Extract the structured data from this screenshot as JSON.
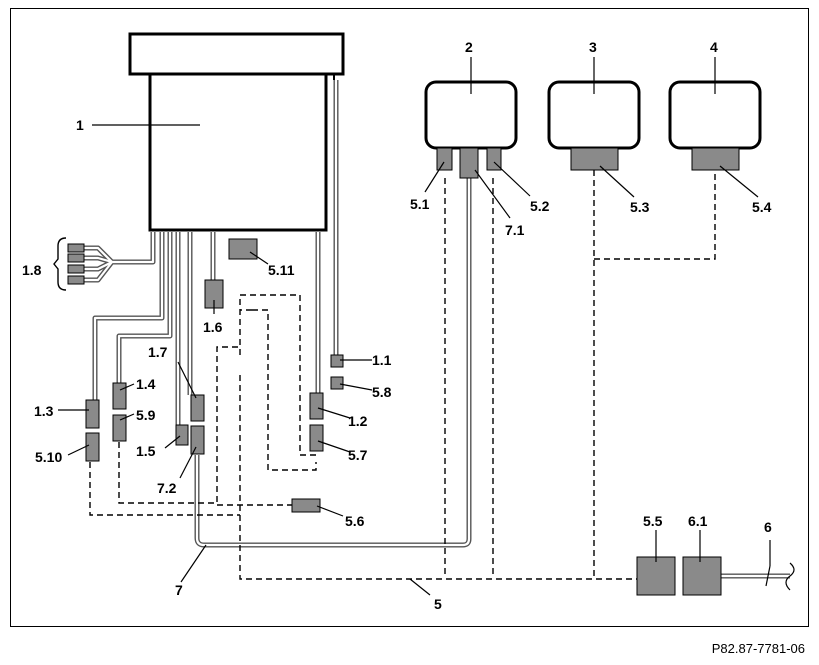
{
  "diagram": {
    "reference": "P82.87-7781-06",
    "labels": {
      "l1": "1",
      "l2": "2",
      "l3": "3",
      "l4": "4",
      "l5": "5",
      "l6": "6",
      "l7": "7",
      "l1_1": "1.1",
      "l1_2": "1.2",
      "l1_3": "1.3",
      "l1_4": "1.4",
      "l1_5": "1.5",
      "l1_6": "1.6",
      "l1_7": "1.7",
      "l1_8": "1.8",
      "l5_1": "5.1",
      "l5_2": "5.2",
      "l5_3": "5.3",
      "l5_4": "5.4",
      "l5_5": "5.5",
      "l5_6": "5.6",
      "l5_7": "5.7",
      "l5_8": "5.8",
      "l5_9": "5.9",
      "l5_10": "5.10",
      "l5_11": "5.11",
      "l6_1": "6.1",
      "l7_1": "7.1",
      "l7_2": "7.2"
    },
    "colors": {
      "connector": "#8a8a8a",
      "line": "#000000",
      "background": "#ffffff"
    }
  }
}
